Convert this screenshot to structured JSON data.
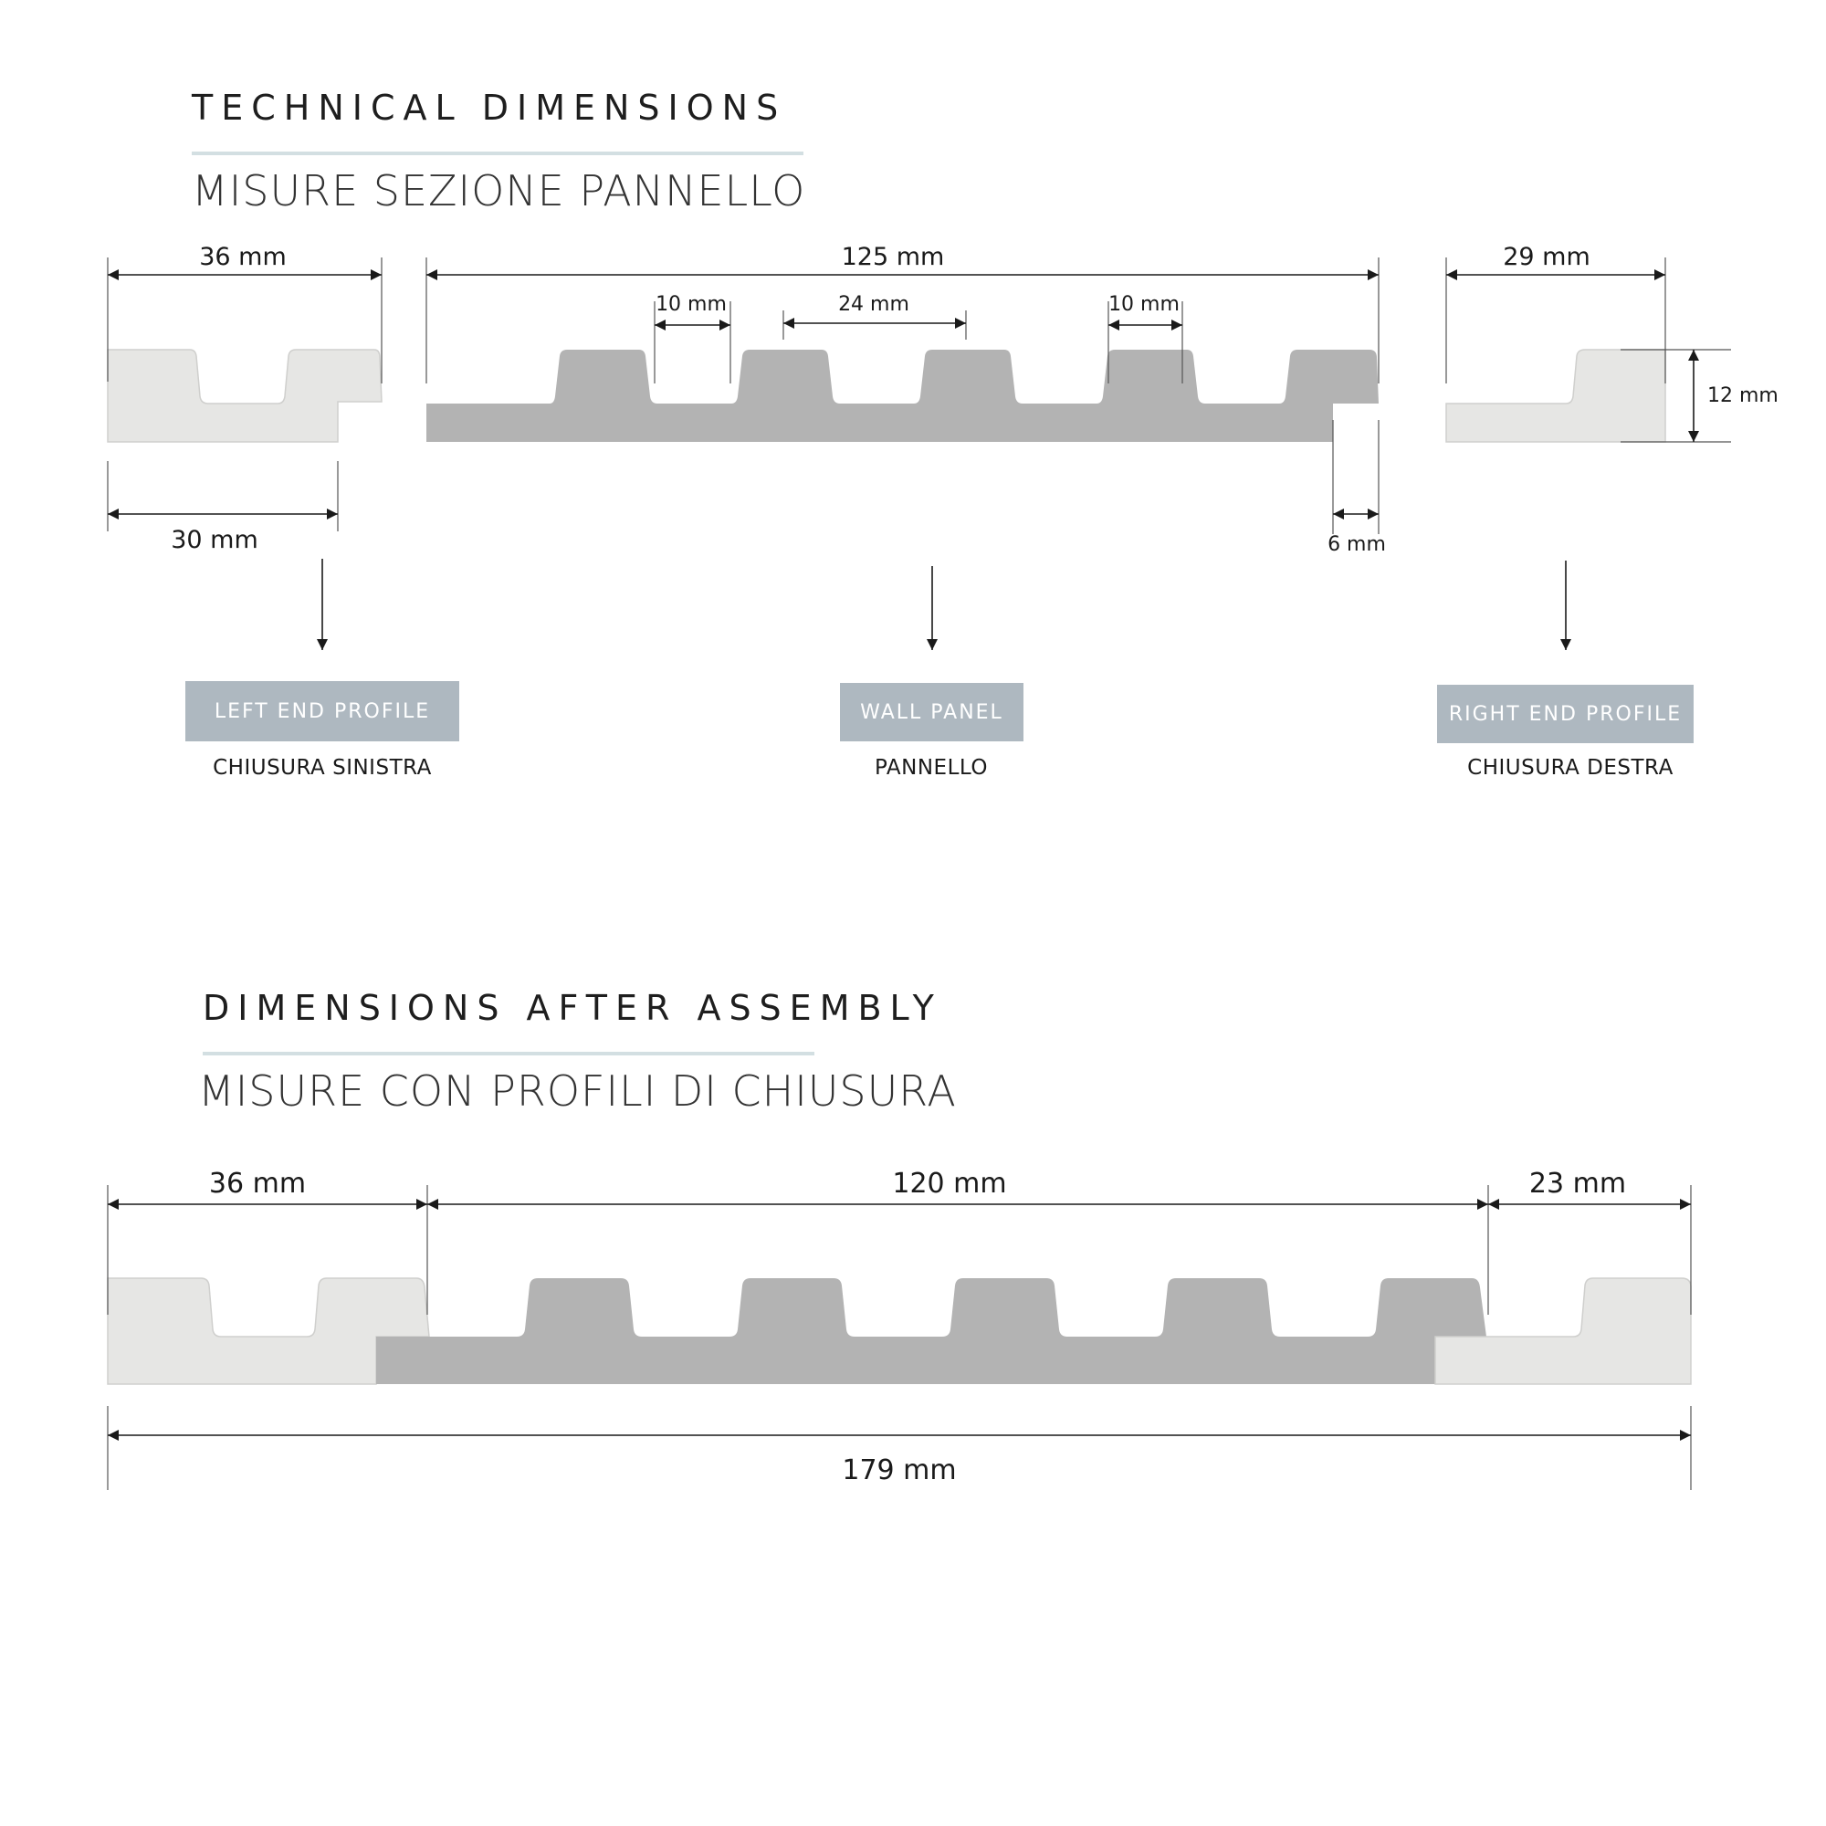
{
  "section1": {
    "heading": "TECHNICAL DIMENSIONS",
    "subheading": "MISURE SEZIONE PANNELLO",
    "dimensions": {
      "left_width": "36 mm",
      "left_base": "30 mm",
      "panel_width": "125 mm",
      "panel_gap_left": "10 mm",
      "panel_rib": "24 mm",
      "panel_gap_right": "10 mm",
      "panel_tongue": "6 mm",
      "right_width": "29 mm",
      "right_height": "12 mm"
    },
    "parts": [
      {
        "label": "LEFT END PROFILE",
        "caption": "CHIUSURA SINISTRA"
      },
      {
        "label": "WALL PANEL",
        "caption": "PANNELLO"
      },
      {
        "label": "RIGHT END PROFILE",
        "caption": "CHIUSURA DESTRA"
      }
    ]
  },
  "section2": {
    "heading": "DIMENSIONS AFTER ASSEMBLY",
    "subheading": "MISURE CON PROFILI DI CHIUSURA",
    "dimensions": {
      "left": "36 mm",
      "middle": "120 mm",
      "right": "23 mm",
      "total": "179 mm"
    }
  },
  "colors": {
    "end_profile_fill": "#e6e6e4",
    "panel_fill": "#b3b3b3",
    "label_bg": "#aeb8c0",
    "rule": "#d3dfe2",
    "dimension_line": "#1a1a1a"
  }
}
